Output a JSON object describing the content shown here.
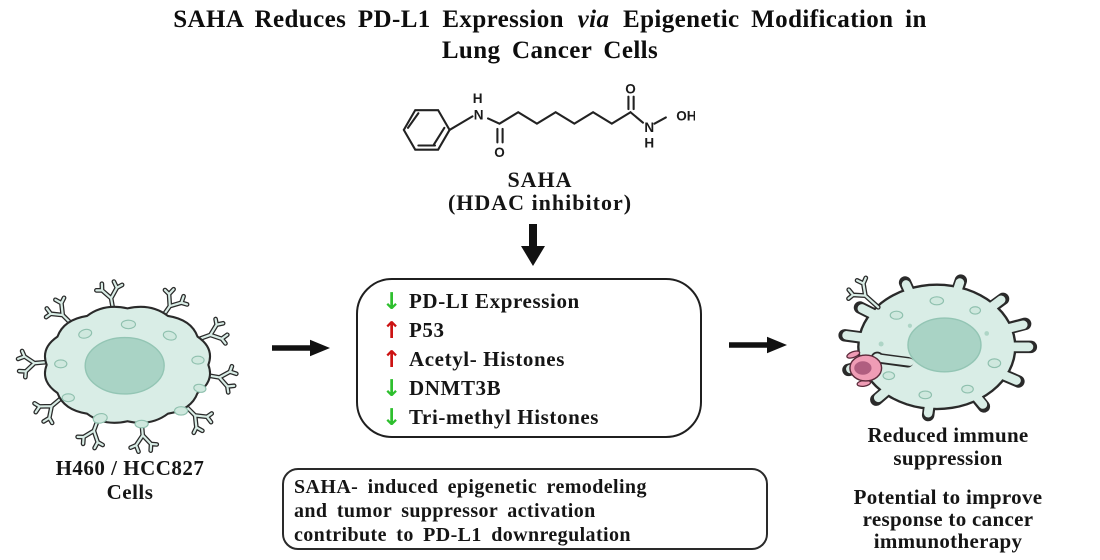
{
  "title": {
    "line1_pre": "SAHA Reduces PD-L1 Expression",
    "line1_italic": "via",
    "line1_post": "Epigenetic Modification in",
    "line2": "Lung Cancer Cells"
  },
  "molecule": {
    "name": "SAHA",
    "subtitle": "(HDAC inhibitor)",
    "atoms": {
      "h_left": "H",
      "n_left": "N",
      "o_left": "O",
      "o_right": "O",
      "n_right": "N",
      "h_right": "H",
      "oh_right": "OH"
    }
  },
  "left_cell": {
    "label_line1": "H460 / HCC827",
    "label_line2": "Cells"
  },
  "effects": {
    "items": [
      {
        "direction": "decrease",
        "glyph": "↓",
        "label": "PD-LI Expression"
      },
      {
        "direction": "increase",
        "glyph": "↑",
        "label": "P53"
      },
      {
        "direction": "increase",
        "glyph": "↑",
        "label": "Acetyl- Histones"
      },
      {
        "direction": "decrease",
        "glyph": "↓",
        "label": "DNMT3B"
      },
      {
        "direction": "decrease",
        "glyph": "↓",
        "label": "Tri-methyl Histones"
      }
    ]
  },
  "right_cell": {
    "caption1_lines": [
      "Reduced immune",
      "suppression"
    ],
    "caption2_lines": [
      "Potential to improve",
      "response to cancer",
      "immunotherapy"
    ]
  },
  "summary": {
    "lines": [
      "SAHA- induced epigenetic remodeling",
      "and tumor suppressor activation",
      "contribute to PD-L1 downregulation"
    ]
  },
  "colors": {
    "increase_arrow": "#cc1212",
    "decrease_arrow": "#2ebf2e",
    "flow_arrow": "#111111",
    "cell_body": "#d9ede6",
    "cell_nucleus": "#a9d3c5",
    "t_cell_body": "#ef9cb5",
    "t_cell_nucleus": "#b05e80"
  }
}
